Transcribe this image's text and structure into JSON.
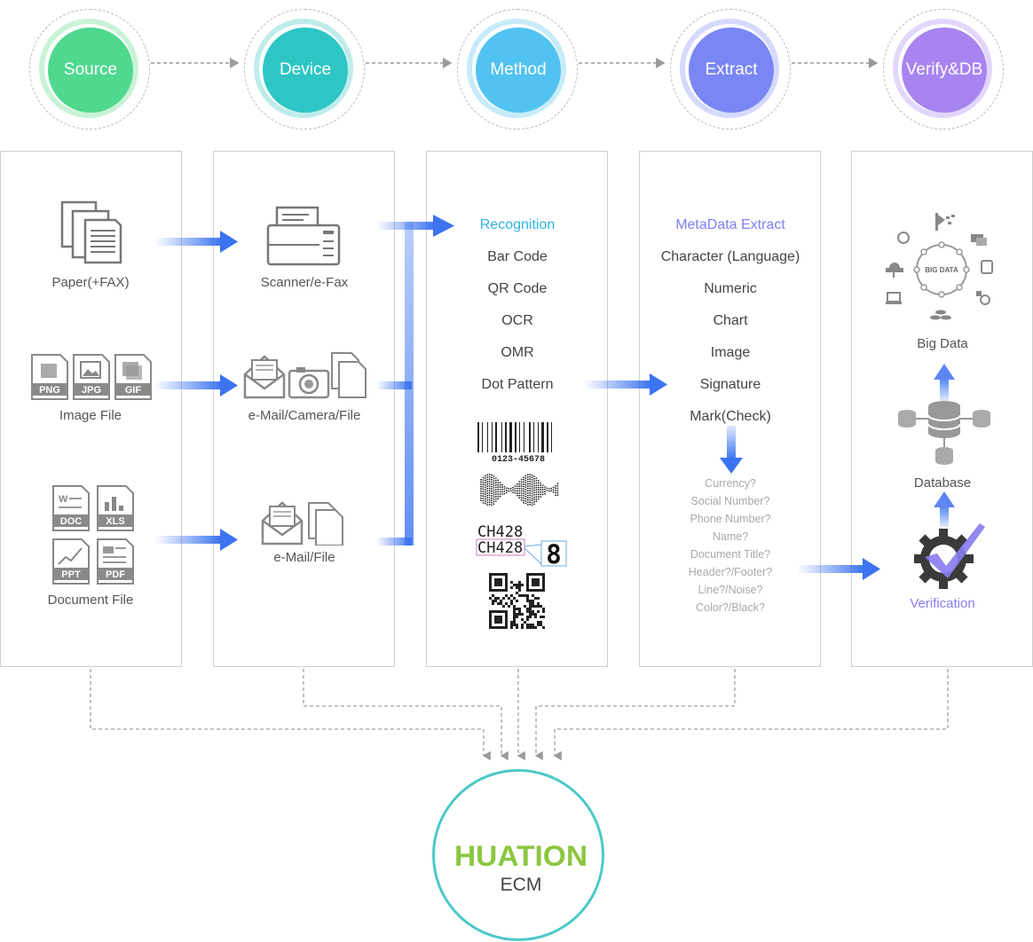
{
  "stages": [
    {
      "label": "Source",
      "color": "#4fd88e",
      "ring": "#c9f2d7"
    },
    {
      "label": "Device",
      "color": "#2dc6c4",
      "ring": "#bfeceb"
    },
    {
      "label": "Method",
      "color": "#52c3f0",
      "ring": "#c7ebfa"
    },
    {
      "label": "Extract",
      "color": "#7a86f4",
      "ring": "#d5d9fb"
    },
    {
      "label": "Verify&DB",
      "color": "#a884f0",
      "ring": "#e2d6fb"
    }
  ],
  "source": {
    "paper": "Paper(+FAX)",
    "image": "Image File",
    "document": "Document File",
    "image_types": [
      "PNG",
      "JPG",
      "GIF"
    ],
    "doc_types": [
      "DOC",
      "XLS",
      "PPT",
      "PDF"
    ]
  },
  "device": {
    "scanner": "Scanner/e-Fax",
    "mail_camera": "e-Mail/Camera/File",
    "mail_file": "e-Mail/File"
  },
  "method": {
    "heading": "Recognition",
    "items": [
      "Bar Code",
      "QR Code",
      "OCR",
      "OMR",
      "Dot Pattern"
    ],
    "barcode_text": "0123-45678",
    "ocr_text_1": "CH428",
    "ocr_text_2": "CH428",
    "ocr_digit": "8"
  },
  "extract": {
    "heading": "MetaData Extract",
    "items": [
      "Character (Language)",
      "Numeric",
      "Chart",
      "Image",
      "Signature",
      "Mark(Check)"
    ],
    "questions": [
      "Currency?",
      "Social Number?",
      "Phone Number?",
      "Name?",
      "Document Title?",
      "Header?/Footer?",
      "Line?/Noise?",
      "Color?/Black?"
    ]
  },
  "verify": {
    "bigdata_label": "BIG DATA",
    "big_data": "Big Data",
    "database": "Database",
    "verification": "Verification"
  },
  "ecm": {
    "logo_text": "HUATION",
    "label": "ECM"
  },
  "colors": {
    "arrow_blue": "#3b73f0",
    "verification_purple": "#8a7ef0",
    "logo_green": "#8cc63f",
    "logo_blue": "#1f8fd6",
    "ecm_ring": "#4cc8c8"
  }
}
